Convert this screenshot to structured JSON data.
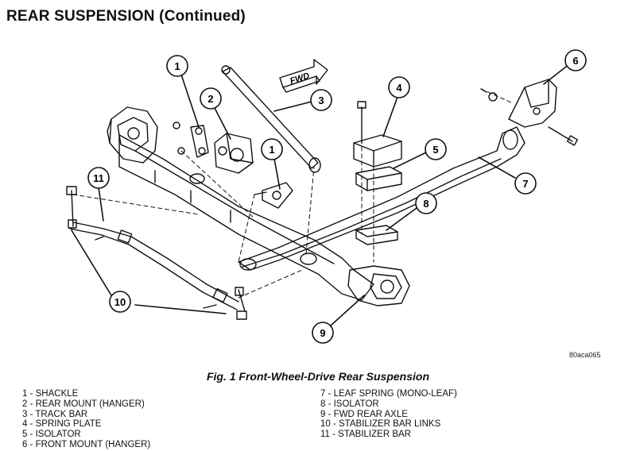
{
  "header": {
    "title": "REAR SUSPENSION (Continued)"
  },
  "fwd_label": "FWD",
  "figure_code": "80aca065",
  "caption": "Fig. 1 Front-Wheel-Drive Rear Suspension",
  "callouts": [
    "1",
    "2",
    "3",
    "1",
    "4",
    "5",
    "6",
    "7",
    "8",
    "11",
    "10",
    "9"
  ],
  "legend_left": [
    "1 - SHACKLE",
    "2 - REAR MOUNT (HANGER)",
    "3 - TRACK BAR",
    "4 - SPRING PLATE",
    "5 - ISOLATOR",
    "6 - FRONT MOUNT (HANGER)"
  ],
  "legend_right": [
    "7 - LEAF SPRING (MONO-LEAF)",
    "8 - ISOLATOR",
    "9 - FWD REAR AXLE",
    "10 - STABILIZER BAR LINKS",
    "11 - STABILIZER BAR"
  ]
}
